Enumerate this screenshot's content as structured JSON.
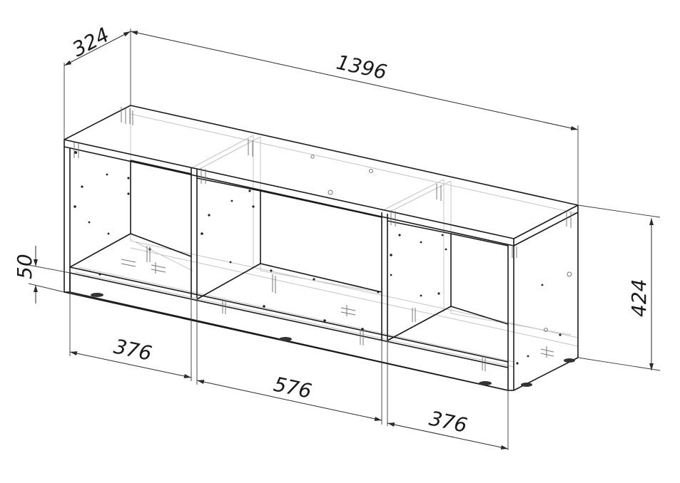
{
  "dimensions": {
    "depth": "324",
    "length": "1396",
    "height": "424",
    "plinth": "50",
    "left_section": "376",
    "middle_section": "576",
    "right_section": "376"
  }
}
